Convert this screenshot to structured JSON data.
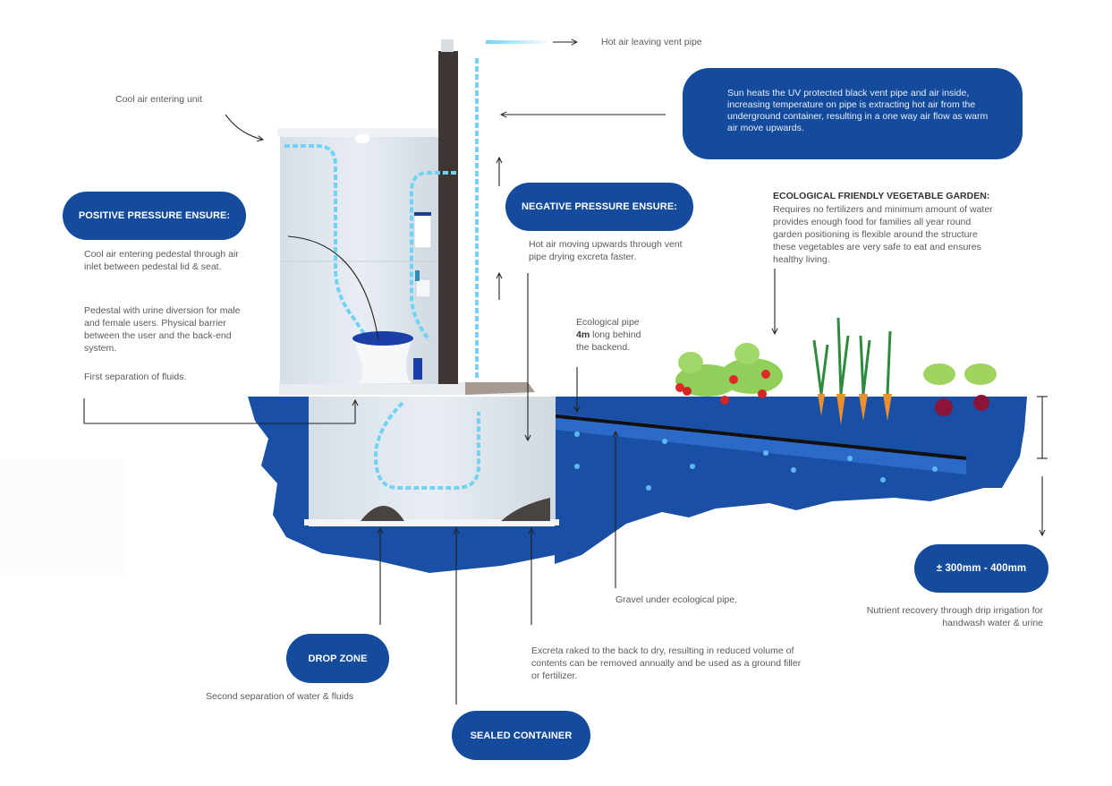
{
  "colors": {
    "brand_blue": "#144b9c",
    "soil_blue": "#1a4fa6",
    "air_flow": "#6fd3f7",
    "vent_pipe": "#3d3633",
    "unit_body": "#dfe6ec",
    "excreta": "#4a4440"
  },
  "top": {
    "hot_air_label": "Hot air leaving vent pipe",
    "cool_air_label": "Cool air entering unit"
  },
  "sun_box": {
    "text": "Sun heats the UV protected black vent pipe and air inside, increasing temperature on pipe is extracting hot air from the underground container, resulting in a one way air flow as warm air move upwards."
  },
  "positive_pressure": {
    "title": "POSITIVE PRESSURE ENSURE:",
    "text": "Cool air entering pedestal through air inlet between pedestal lid & seat."
  },
  "pedestal": {
    "text": "Pedestal with urine diversion for male and female users. Physical barrier between the user and the back-end system.",
    "separation": "First separation of fluids."
  },
  "negative_pressure": {
    "title": "NEGATIVE PRESSURE ENSURE:",
    "text": "Hot air moving upwards through vent pipe drying excreta faster."
  },
  "garden": {
    "title": "ECOLOGICAL FRIENDLY VEGETABLE GARDEN:",
    "text": "Requires no fertilizers and minimum amount of water provides enough food for families all year round garden positioning is flexible around the structure these vegetables are very safe to eat and ensures healthy living.",
    "vegetables": [
      "strawberry",
      "carrot",
      "beetroot"
    ]
  },
  "eco_pipe": {
    "line1": "Ecological pipe",
    "line2_bold": "4m",
    "line2_rest": " long behind",
    "line3": "the backend."
  },
  "depth": {
    "label": "± 300mm - 400mm",
    "text": "Nutrient recovery through drip irrigation for handwash water & urine"
  },
  "gravel": {
    "text": "Gravel under ecological pipe."
  },
  "excreta": {
    "text": "Excreta raked to the back to dry, resulting in reduced volume of contents can be removed annually and be used as a ground filler or fertilizer."
  },
  "drop_zone": {
    "title": "DROP ZONE",
    "text": "Second separation of water & fluids"
  },
  "sealed_container": {
    "title": "SEALED CONTAINER"
  }
}
